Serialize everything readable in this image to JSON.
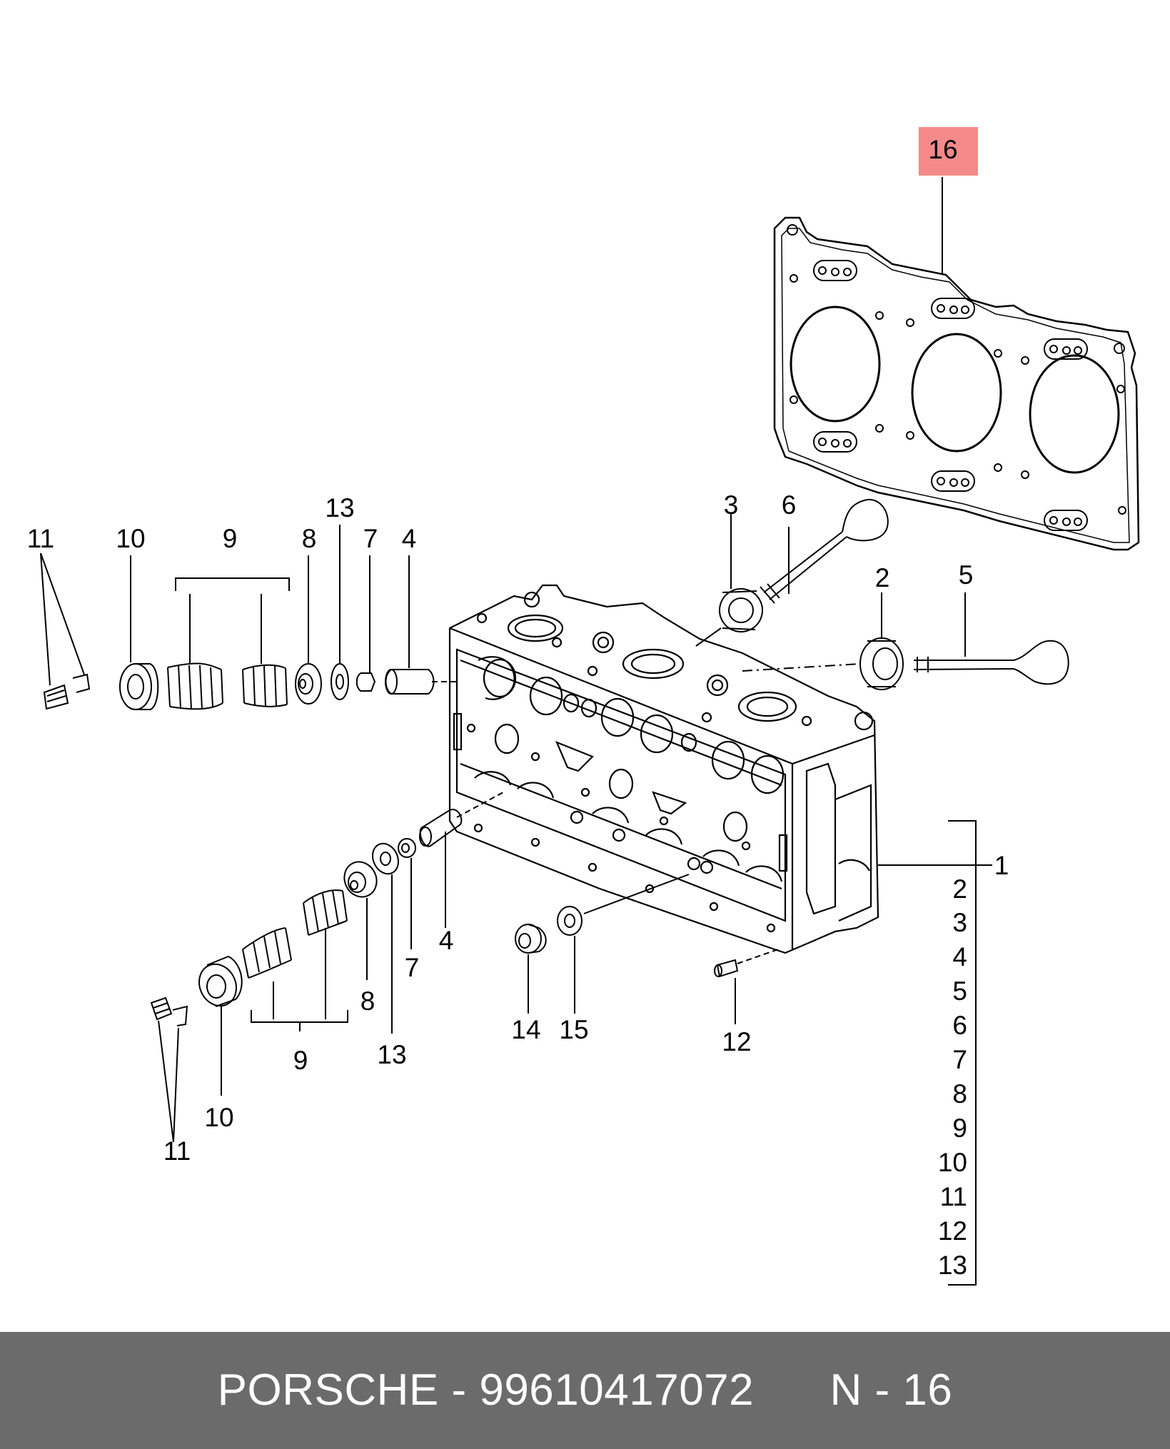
{
  "diagram": {
    "highlight_color": "#f58a8a",
    "highlighted_label": "16",
    "callouts": {
      "gasket": "16",
      "upper_keepers": "11",
      "upper_cap": "10",
      "upper_springs": "9",
      "upper_retainer": "8",
      "upper_washer": "13",
      "upper_seal": "7",
      "upper_guide": "4",
      "exhaust_seat": "3",
      "exhaust_valve": "6",
      "intake_seat": "2",
      "intake_valve": "5",
      "head": "1",
      "lower_guide": "4",
      "lower_seal": "7",
      "lower_retainer": "8",
      "lower_washer": "13",
      "lower_springs": "9",
      "lower_cap": "10",
      "lower_keepers": "11",
      "plug": "14",
      "seal_ring": "15",
      "dowel": "12"
    },
    "bracket_list": [
      "2",
      "3",
      "4",
      "5",
      "6",
      "7",
      "8",
      "9",
      "10",
      "11",
      "12",
      "13"
    ]
  },
  "footer": {
    "brand": "PORSCHE",
    "separator": "-",
    "part_number": "99610417072",
    "page_prefix": "N",
    "page_separator": "-",
    "page_number": "16"
  }
}
